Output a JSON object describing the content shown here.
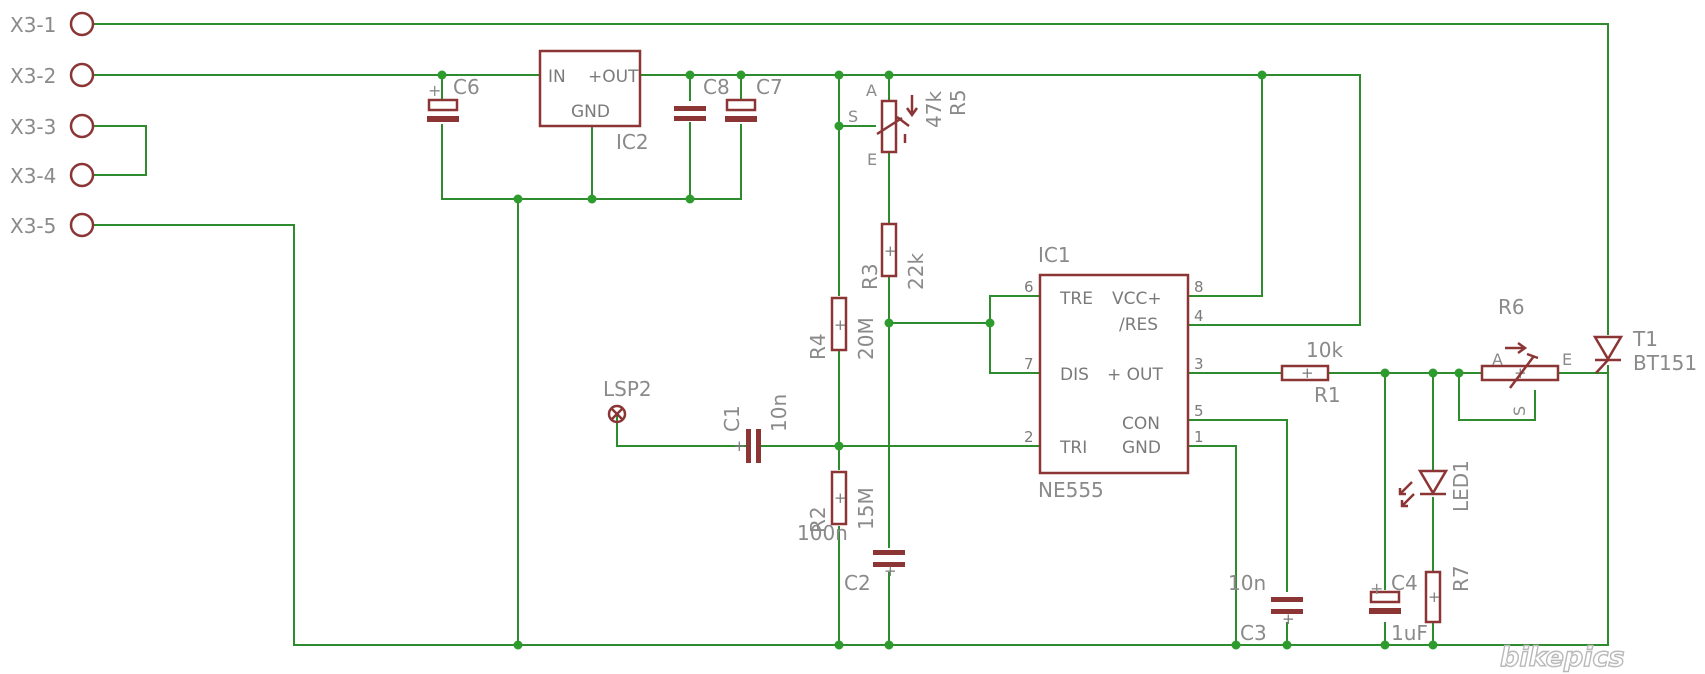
{
  "connectors": [
    "X3-1",
    "X3-2",
    "X3-3",
    "X3-4",
    "X3-5"
  ],
  "ic1": {
    "name": "IC1",
    "value": "NE555",
    "pins": {
      "tre": "TRE",
      "vcc": "VCC+",
      "res": "/RES",
      "dis": "DIS",
      "out": "+ OUT",
      "con": "CON",
      "tri": "TRI",
      "gnd": "GND",
      "n6": "6",
      "n7": "7",
      "n2": "2",
      "n8": "8",
      "n4": "4",
      "n3": "3",
      "n5": "5",
      "n1": "1"
    }
  },
  "ic2": {
    "name": "IC2",
    "in": "IN",
    "out": "+OUT",
    "gnd": "GND"
  },
  "parts": {
    "c1": {
      "name": "C1",
      "value": "10n"
    },
    "c2": {
      "name": "C2",
      "value": "100n"
    },
    "c3": {
      "name": "C3",
      "value": "10n"
    },
    "c4": {
      "name": "C4",
      "value": "1uF"
    },
    "c6": {
      "name": "C6"
    },
    "c7": {
      "name": "C7"
    },
    "c8": {
      "name": "C8"
    },
    "r1": {
      "name": "R1",
      "value": "10k"
    },
    "r2": {
      "name": "R2",
      "value": "15M"
    },
    "r3": {
      "name": "R3",
      "value": "22k"
    },
    "r4": {
      "name": "R4",
      "value": "20M"
    },
    "r5": {
      "name": "R5",
      "value": "47k"
    },
    "r6": {
      "name": "R6"
    },
    "r7": {
      "name": "R7"
    },
    "led1": {
      "name": "LED1"
    },
    "t1": {
      "name": "T1",
      "value": "BT151"
    },
    "lsp2": {
      "name": "LSP2"
    }
  },
  "pot": {
    "a": "A",
    "s": "S",
    "e": "E"
  },
  "watermark": "bikepics",
  "colors": {
    "wire": "#2e8b2e",
    "component": "#8b3535",
    "label": "#8a8a8a",
    "junction": "#2e9b2e"
  }
}
